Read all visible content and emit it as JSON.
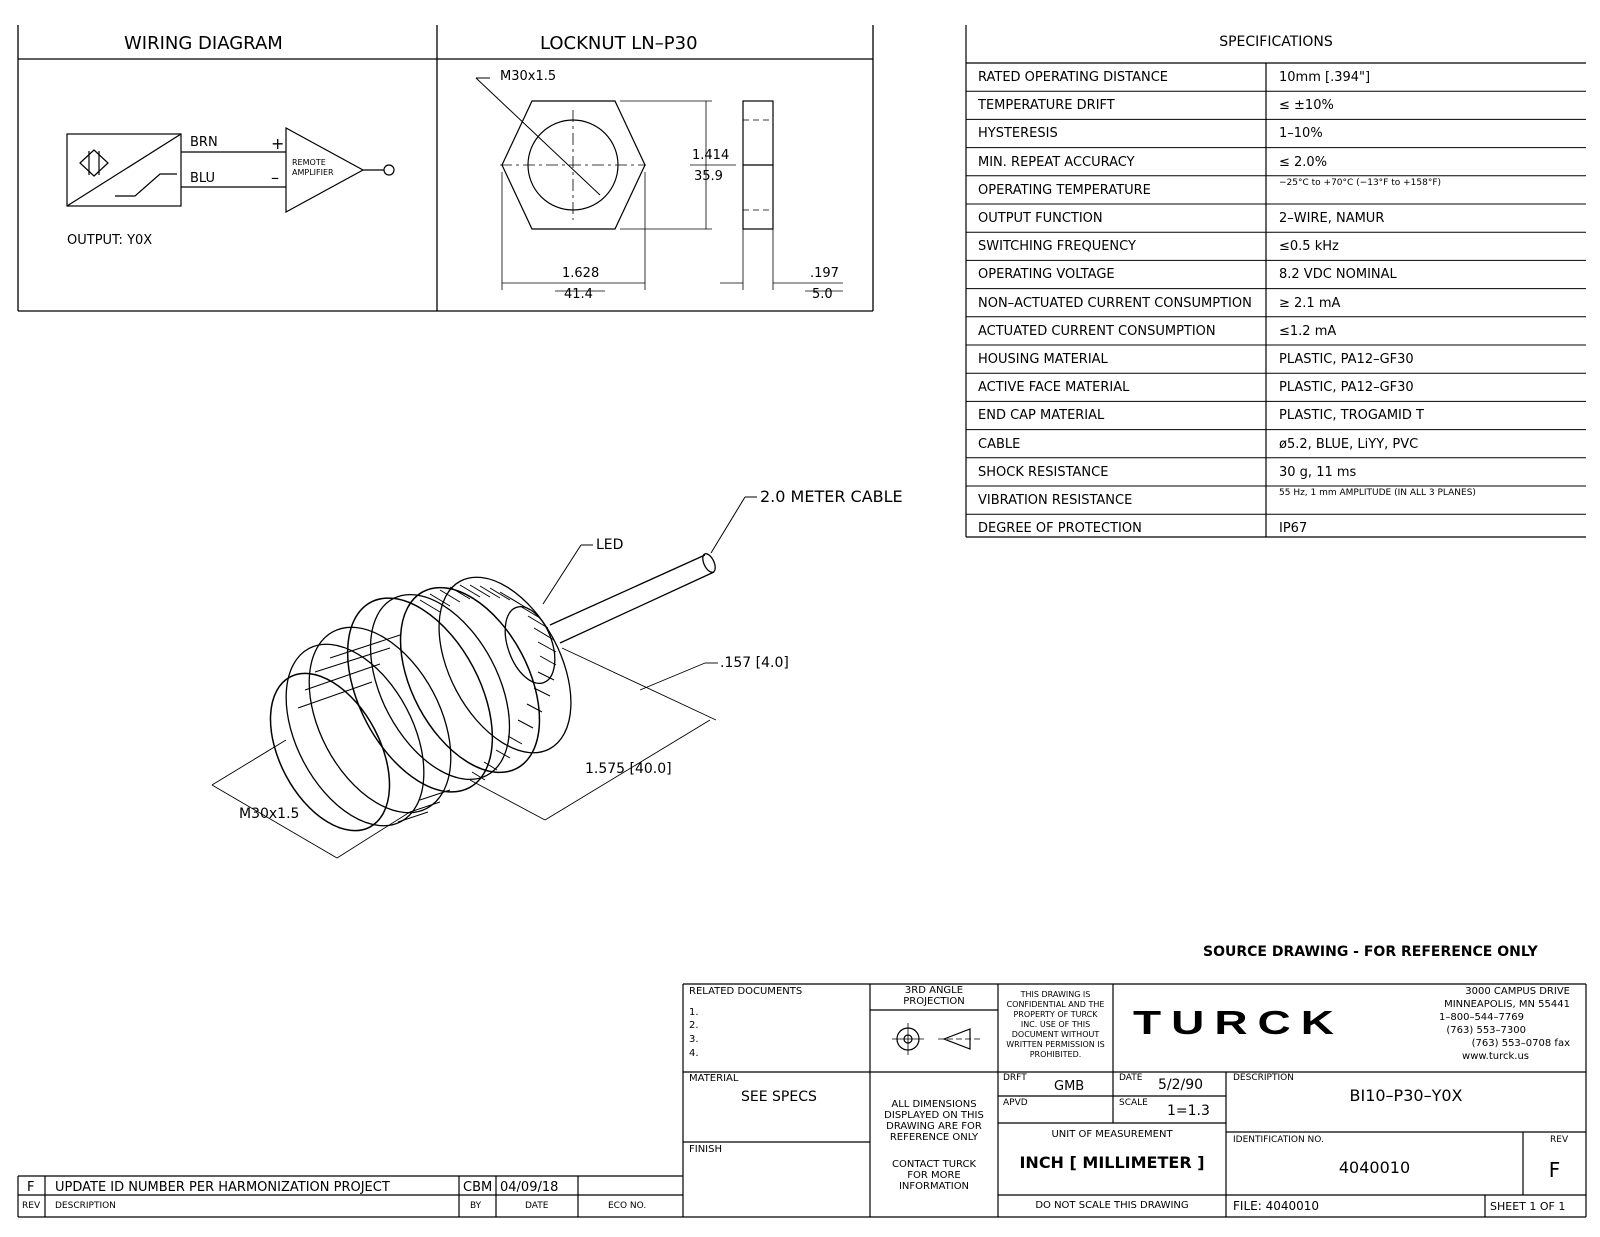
{
  "wiring": {
    "title": "WIRING DIAGRAM",
    "brn": "BRN",
    "blu": "BLU",
    "plus": "+",
    "minus": "–",
    "remote": "REMOTE",
    "amplifier": "AMPLIFIER",
    "output": "OUTPUT: Y0X"
  },
  "locknut": {
    "title": "LOCKNUT LN–P30",
    "thread": "M30x1.5",
    "height_in": "1.414",
    "height_mm": "35.9",
    "width_in": "1.628",
    "width_mm": "41.4",
    "thick_in": ".197",
    "thick_mm": "5.0"
  },
  "specs": {
    "title": "SPECIFICATIONS",
    "rows": [
      {
        "label": "RATED OPERATING DISTANCE",
        "value": "10mm [.394\"]"
      },
      {
        "label": "TEMPERATURE DRIFT",
        "value": "≤ ±10%"
      },
      {
        "label": "HYSTERESIS",
        "value": "1–10%"
      },
      {
        "label": "MIN. REPEAT ACCURACY",
        "value": "≤ 2.0%"
      },
      {
        "label": "OPERATING TEMPERATURE",
        "value": "−25°C to +70°C (−13°F to +158°F)"
      },
      {
        "label": "OUTPUT FUNCTION",
        "value": "2–WIRE, NAMUR"
      },
      {
        "label": "SWITCHING FREQUENCY",
        "value": "≤0.5 kHz"
      },
      {
        "label": "OPERATING VOLTAGE",
        "value": "8.2 VDC NOMINAL"
      },
      {
        "label": "NON–ACTUATED CURRENT CONSUMPTION",
        "value": "≥ 2.1 mA"
      },
      {
        "label": "ACTUATED CURRENT CONSUMPTION",
        "value": "≤1.2 mA"
      },
      {
        "label": "HOUSING MATERIAL",
        "value": "PLASTIC, PA12–GF30"
      },
      {
        "label": "ACTIVE FACE MATERIAL",
        "value": "PLASTIC, PA12–GF30"
      },
      {
        "label": "END CAP MATERIAL",
        "value": "PLASTIC, TROGAMID T"
      },
      {
        "label": "CABLE",
        "value": "ø5.2, BLUE, LiYY, PVC"
      },
      {
        "label": "SHOCK RESISTANCE",
        "value": "30 g, 11 ms"
      },
      {
        "label": "VIBRATION RESISTANCE",
        "value": "55 Hz, 1 mm AMPLITUDE (IN ALL 3 PLANES)"
      },
      {
        "label": "DEGREE OF PROTECTION",
        "value": "IP67"
      }
    ]
  },
  "sensor": {
    "cable_label": "2.0 METER CABLE",
    "led_label": "LED",
    "dim_small": ".157 [4.0]",
    "dim_length": "1.575 [40.0]",
    "thread": "M30x1.5"
  },
  "notice": "SOURCE DRAWING - FOR REFERENCE ONLY",
  "titleblock": {
    "related_docs": "RELATED DOCUMENTS",
    "doc1": "1.",
    "doc2": "2.",
    "doc3": "3.",
    "doc4": "4.",
    "projection1": "3RD ANGLE",
    "projection2": "PROJECTION",
    "conf1": "THIS DRAWING IS",
    "conf2": "CONFIDENTIAL AND THE",
    "conf3": "PROPERTY OF TURCK",
    "conf4": "INC. USE OF THIS",
    "conf5": "DOCUMENT WITHOUT",
    "conf6": "WRITTEN PERMISSION IS",
    "conf7": "PROHIBITED.",
    "brand": "TURCK",
    "addr1": "3000 CAMPUS DRIVE",
    "addr2": "MINNEAPOLIS, MN 55441",
    "addr3": "1–800–544–7769",
    "addr4": "(763) 553–7300",
    "addr5": "(763) 553–0708 fax",
    "addr6": "www.turck.us",
    "material_label": "MATERIAL",
    "material_value": "SEE SPECS",
    "finish_label": "FINISH",
    "alldim1": "ALL DIMENSIONS",
    "alldim2": "DISPLAYED ON THIS",
    "alldim3": "DRAWING ARE FOR",
    "alldim4": "REFERENCE ONLY",
    "contact1": "CONTACT TURCK",
    "contact2": "FOR MORE",
    "contact3": "INFORMATION",
    "drft_label": "DRFT",
    "drft_value": "GMB",
    "date_label": "DATE",
    "date_value": "5/2/90",
    "apvd_label": "APVD",
    "scale_label": "SCALE",
    "scale_value": "1=1.3",
    "unit_label": "UNIT OF MEASUREMENT",
    "unit_value": "INCH [ MILLIMETER ]",
    "noscale": "DO NOT SCALE THIS DRAWING",
    "desc_label": "DESCRIPTION",
    "desc_value": "BI10–P30–Y0X",
    "id_label": "IDENTIFICATION NO.",
    "id_value": "4040010",
    "rev_label": "REV",
    "rev_value": "F",
    "file_label": "FILE: 4040010",
    "sheet": "SHEET 1 OF 1"
  },
  "revision": {
    "rev": "F",
    "description": "UPDATE ID NUMBER PER HARMONIZATION PROJECT",
    "by": "CBM",
    "date": "04/09/18",
    "eco": "",
    "h_rev": "REV",
    "h_desc": "DESCRIPTION",
    "h_by": "BY",
    "h_date": "DATE",
    "h_eco": "ECO NO."
  }
}
